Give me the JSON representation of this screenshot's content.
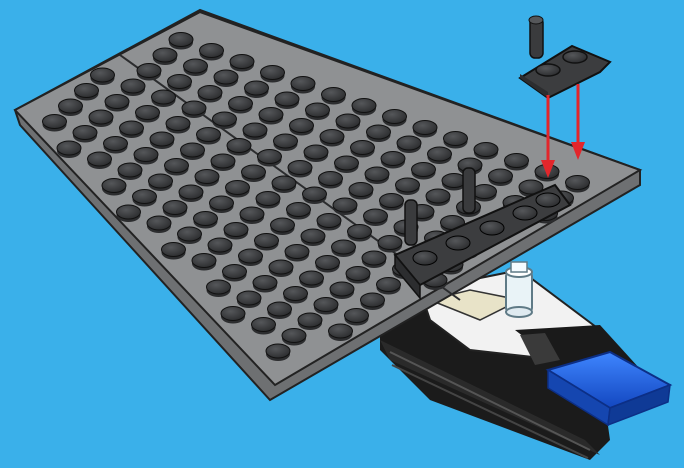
{
  "image": {
    "kind": "lego-building-instruction-step",
    "description_colors": {
      "background": "#3ab0ea",
      "plate_top": "#8f9193",
      "plate_side": "#6e7072",
      "stud_dark": "#3a3b3d",
      "stud_light": "#a6a8aa",
      "dark_plate": "#3c3d3f",
      "black": "#1a1a1a",
      "white": "#f2f2f2",
      "blue_tile": "#1f5fe0",
      "arrow": "#e3262b"
    },
    "parts": [
      {
        "name": "wedge-plate",
        "color": "light-bluish-gray"
      },
      {
        "name": "plate-with-clip",
        "color": "dark-bluish-gray"
      },
      {
        "name": "dark-plate-strip",
        "color": "dark-bluish-gray"
      },
      {
        "name": "hull-base",
        "color": "black-white"
      },
      {
        "name": "blue-tile",
        "color": "blue"
      },
      {
        "name": "transparent-cup",
        "color": "trans-clear"
      }
    ],
    "arrows": [
      {
        "name": "placement-arrow-left",
        "color": "red"
      },
      {
        "name": "placement-arrow-right",
        "color": "red"
      }
    ]
  }
}
